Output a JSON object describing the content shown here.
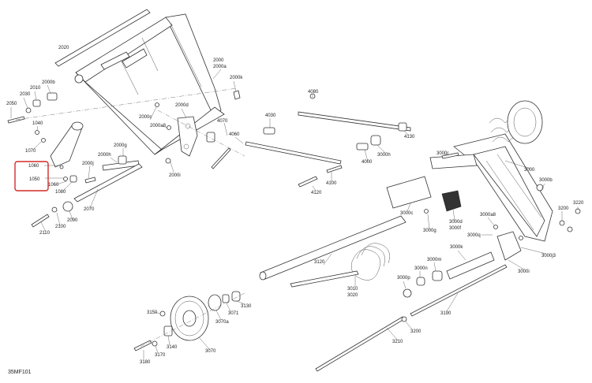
{
  "figure_id": "35MF101",
  "colors": {
    "highlight": "#d42a2a",
    "line": "#333333"
  },
  "parts": {
    "p2020": "2020",
    "p2000": "2000",
    "p2000a": "2000a",
    "p2000b": "2000b",
    "p2000k": "2000k",
    "p2010": "2010",
    "p2030": "2030",
    "p2050": "2050",
    "p2000c": "2000c",
    "p2000d": "2000d",
    "p2000a8": "2000a8",
    "p1040": "1040",
    "p1070": "1070",
    "p1060": "1060",
    "p1050": "1050",
    "p1060b": "1060",
    "p1080": "1080",
    "p2000h": "2000h",
    "p2000g": "2000g",
    "p2000j": "2000j",
    "p2070": "2070",
    "p2000i": "2000i",
    "p4070": "4070",
    "p4060": "4060",
    "p4080": "4080",
    "p4030": "4030",
    "p4130": "4130",
    "p4000": "4000",
    "p3000h": "3000h",
    "p4100": "4100",
    "p4120": "4120",
    "p2110": "2110",
    "p2100": "2100",
    "p2090": "2090",
    "p3000r": "3000r",
    "p3000": "3000",
    "p3000b": "3000b",
    "p3000c": "3000c",
    "p3000d": "3000d",
    "p3000f": "3000f",
    "p3000g": "3000g",
    "p3000a8": "3000a8",
    "p3200": "3200",
    "p3220": "3220",
    "p3000q": "3000q",
    "p3000j3": "3000j3",
    "p3000k": "3000k",
    "p3000i": "3000i",
    "p3120": "3120",
    "p3000m": "3000m",
    "p3000n": "3000n",
    "p3000p": "3000p",
    "p3010": "3010",
    "p3020": "3020",
    "p3130": "3130",
    "p3071": "3071",
    "p3070a": "3070a",
    "p3190": "3190",
    "p3150": "3150",
    "p3200b": "3200",
    "p3210": "3210",
    "p3140": "3140",
    "p3170": "3170",
    "p3180": "3180",
    "p3070": "3070"
  }
}
